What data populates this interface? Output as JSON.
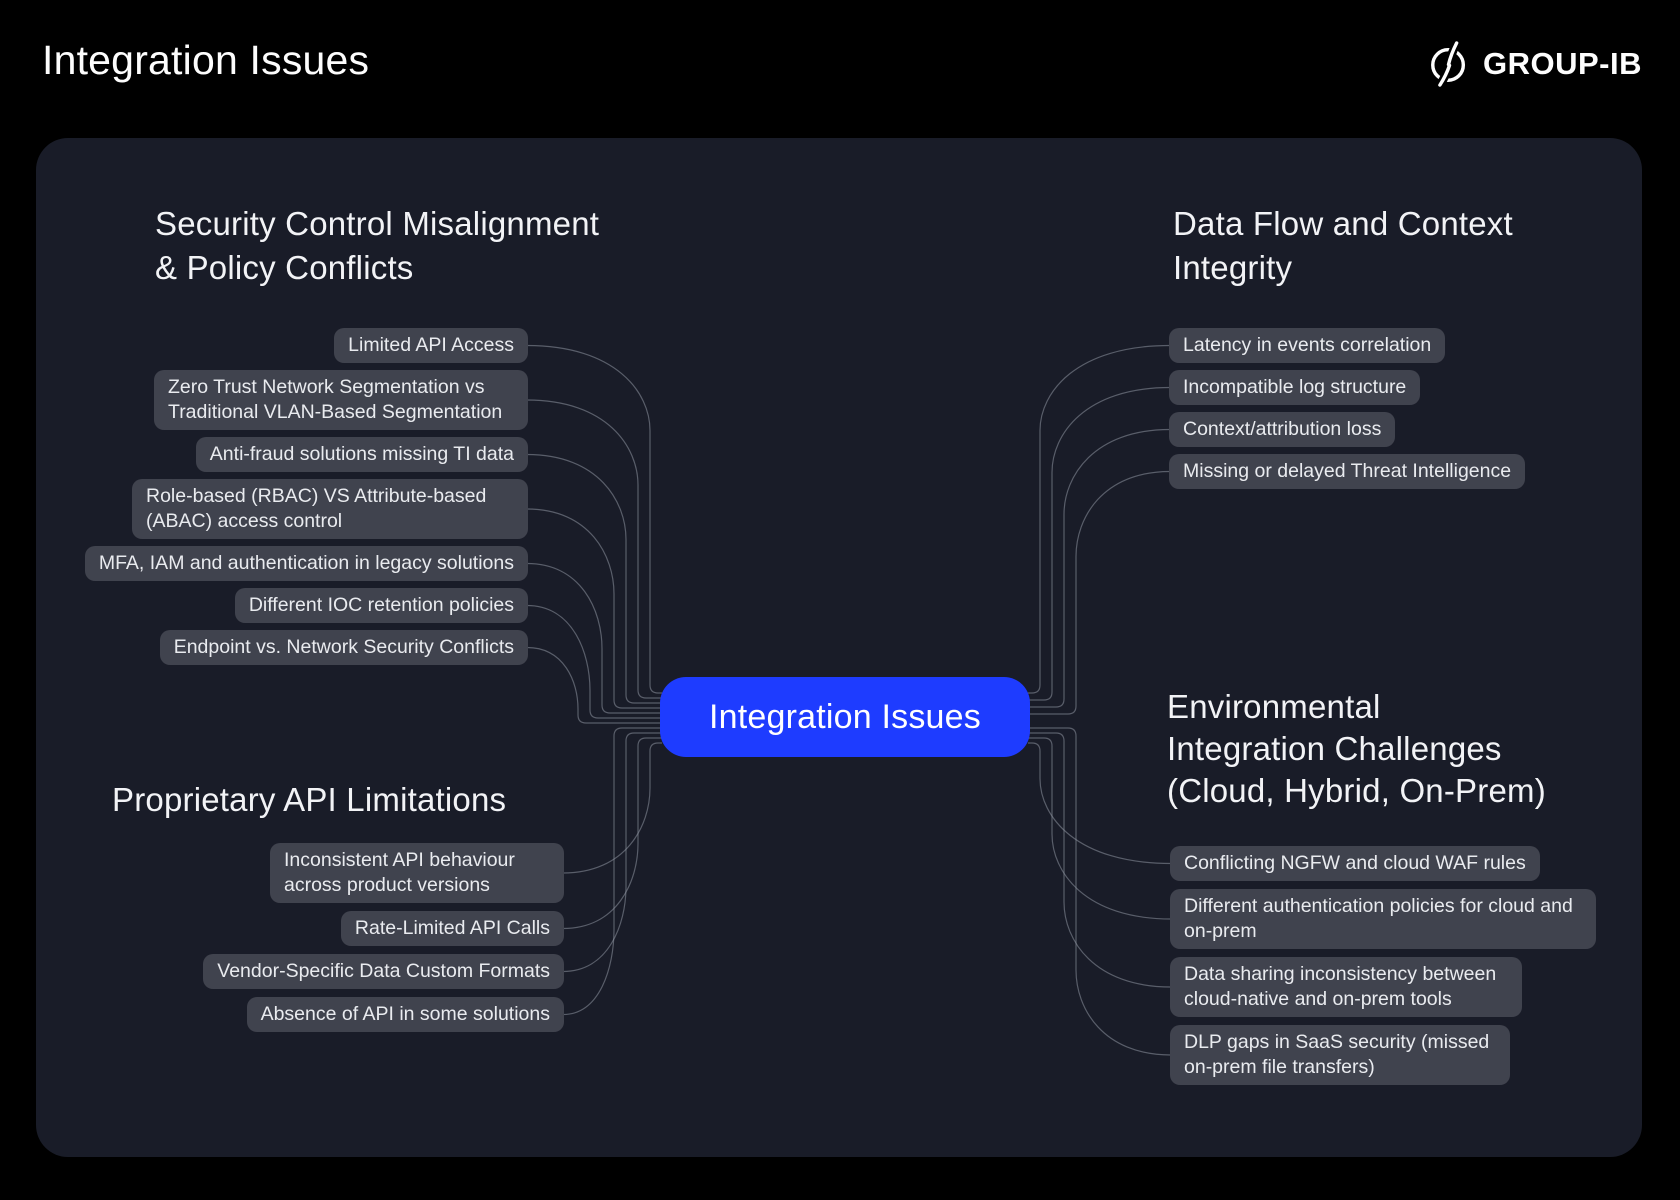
{
  "page_title": "Integration Issues",
  "logo": {
    "brand": "GROUP-IB",
    "icon": "group-ib-circle-slash-icon"
  },
  "center_node": {
    "label": "Integration Issues"
  },
  "sections": {
    "security": {
      "title_lines": [
        "Security Control Misalignment",
        "& Policy Conflicts"
      ],
      "items": [
        "Limited API Access",
        "Zero Trust Network Segmentation vs Traditional VLAN-Based Segmentation",
        "Anti-fraud solutions missing TI data",
        "Role-based (RBAC) VS Attribute-based (ABAC) access control",
        "MFA, IAM and authentication in legacy solutions",
        "Different IOC retention policies",
        "Endpoint vs. Network Security Conflicts"
      ]
    },
    "data_flow": {
      "title_lines": [
        "Data Flow and Context",
        "Integrity"
      ],
      "items": [
        "Latency in events correlation",
        "Incompatible log structure",
        "Context/attribution loss",
        "Missing or delayed Threat Intelligence"
      ]
    },
    "api": {
      "title_lines": [
        "Proprietary API Limitations"
      ],
      "items": [
        "Inconsistent API behaviour across product versions",
        "Rate-Limited API Calls",
        "Vendor-Specific Data Custom Formats",
        "Absence of API in some solutions"
      ]
    },
    "environment": {
      "title_lines": [
        "Environmental",
        "Integration Challenges",
        "(Cloud, Hybrid, On-Prem)"
      ],
      "items": [
        "Conflicting NGFW and cloud WAF rules",
        "Different authentication policies for cloud and on-prem",
        "Data sharing inconsistency between cloud-native and on-prem tools",
        "DLP gaps in SaaS security (missed on-prem file transfers)"
      ]
    }
  },
  "colors": {
    "background": "#000000",
    "panel": "#191c28",
    "pill": "#40434e",
    "node": "#1e3cff",
    "connector": "#9aa0ab"
  }
}
